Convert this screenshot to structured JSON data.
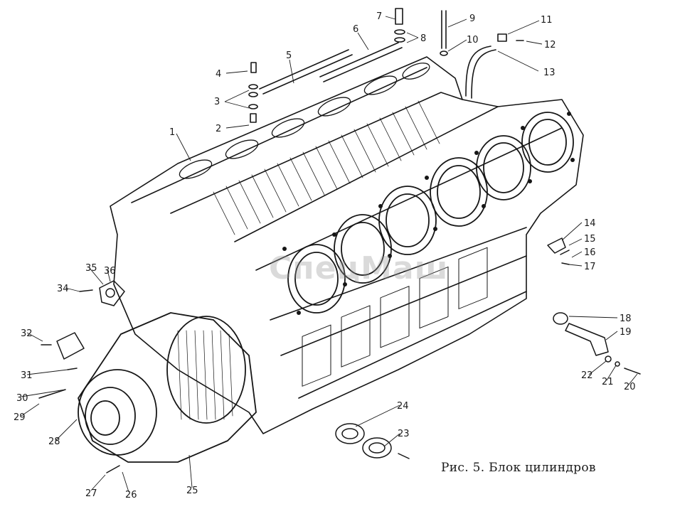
{
  "caption": "Рис. 5. Блок цилиндров",
  "watermark": "СпецМаш",
  "callouts": [
    {
      "label": "1"
    },
    {
      "label": "2"
    },
    {
      "label": "3"
    },
    {
      "label": "4"
    },
    {
      "label": "5"
    },
    {
      "label": "6"
    },
    {
      "label": "7"
    },
    {
      "label": "8"
    },
    {
      "label": "9"
    },
    {
      "label": "10"
    },
    {
      "label": "11"
    },
    {
      "label": "12"
    },
    {
      "label": "13"
    },
    {
      "label": "14"
    },
    {
      "label": "15"
    },
    {
      "label": "16"
    },
    {
      "label": "17"
    },
    {
      "label": "18"
    },
    {
      "label": "19"
    },
    {
      "label": "20"
    },
    {
      "label": "21"
    },
    {
      "label": "22"
    },
    {
      "label": "23"
    },
    {
      "label": "24"
    },
    {
      "label": "25"
    },
    {
      "label": "26"
    },
    {
      "label": "27"
    },
    {
      "label": "28"
    },
    {
      "label": "29"
    },
    {
      "label": "30"
    },
    {
      "label": "31"
    },
    {
      "label": "32"
    },
    {
      "label": "34"
    },
    {
      "label": "35"
    },
    {
      "label": "36"
    }
  ]
}
